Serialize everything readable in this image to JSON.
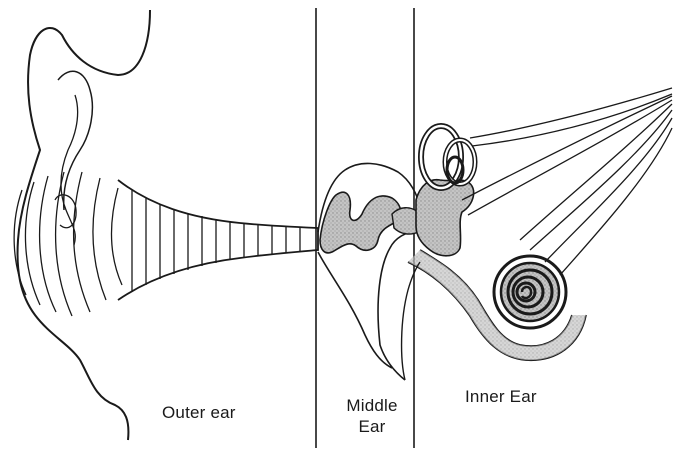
{
  "labels": {
    "outer": "Outer ear",
    "middle_line1": "Middle",
    "middle_line2": "Ear",
    "inner": "Inner Ear"
  },
  "colors": {
    "ink": "#1a1a1a",
    "stipple": "#b8b8b8",
    "background": "#ffffff"
  }
}
